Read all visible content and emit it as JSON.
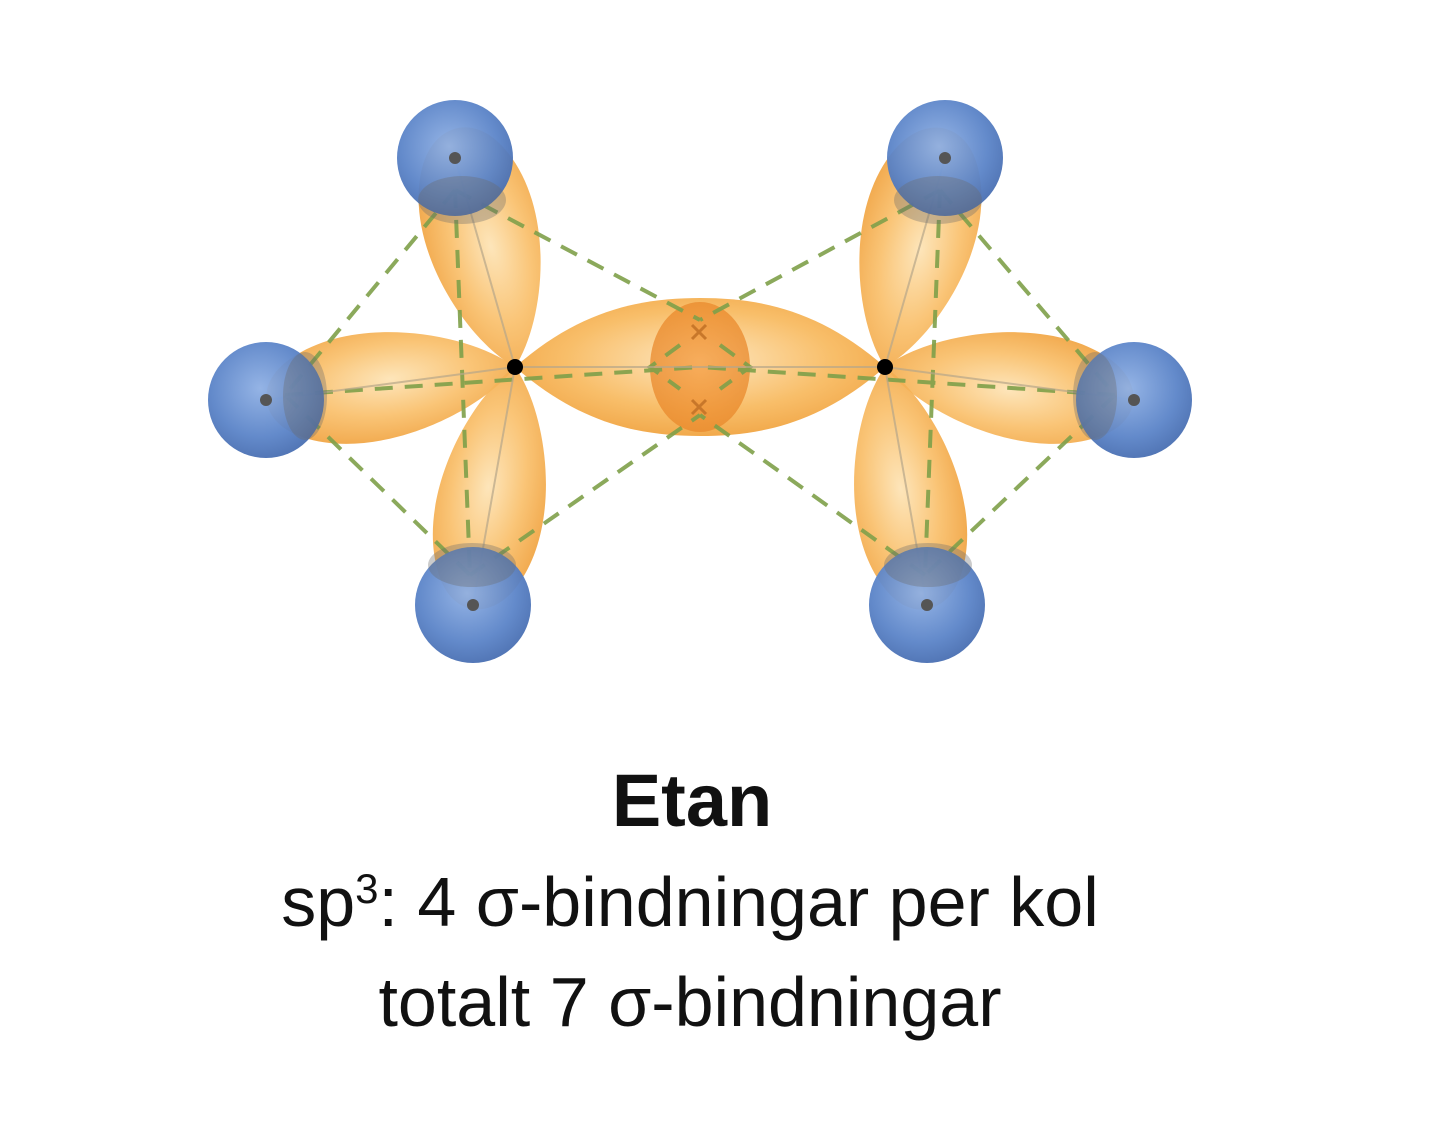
{
  "caption": {
    "title": "Etan",
    "line1_prefix": "sp",
    "line1_superscript": "3",
    "line1_suffix": ": 4 σ-bindningar per kol",
    "line2": "totalt 7 σ-bindningar"
  },
  "colors": {
    "orbital_fill": "#f7b24f",
    "orbital_light": "#fde2b0",
    "hydrogen_fill": "#5b86cc",
    "dashed_line": "#7fa04a",
    "nucleus": "#000000"
  }
}
